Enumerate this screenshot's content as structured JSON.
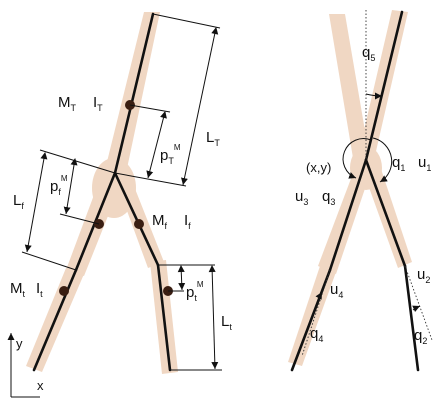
{
  "colors": {
    "limb_fill": "#f0d7c3",
    "bone_line": "#111111",
    "mass_point": "#3a1e12"
  },
  "left_model": {
    "trunk": {
      "mass": "M",
      "mass_sub": "T",
      "inertia": "I",
      "inertia_sub": "T",
      "offset": "p",
      "offset_sub": "T",
      "offset_sup": "M",
      "length": "L",
      "length_sub": "T"
    },
    "front_leg": {
      "mass": "M",
      "mass_sub": "f",
      "inertia": "I",
      "inertia_sub": "f",
      "offset": "p",
      "offset_sub": "f",
      "offset_sup": "M",
      "length": "L",
      "length_sub": "f"
    },
    "back_leg": {
      "mass": "M",
      "mass_sub": "t",
      "inertia": "I",
      "inertia_sub": "t",
      "offset": "p",
      "offset_sub": "t",
      "offset_sup": "M",
      "length": "L",
      "length_sub": "t"
    },
    "axes": {
      "x": "x",
      "y": "y"
    }
  },
  "right_model": {
    "hip": "(x,y)",
    "angles": {
      "q5": {
        "q": "q",
        "sub": "5"
      },
      "q1": {
        "q": "q",
        "sub": "1"
      },
      "q3": {
        "q": "q",
        "sub": "3"
      },
      "q4": {
        "q": "q",
        "sub": "4"
      },
      "q2": {
        "q": "q",
        "sub": "2"
      }
    },
    "inputs": {
      "u1": {
        "u": "u",
        "sub": "1"
      },
      "u3": {
        "u": "u",
        "sub": "3"
      },
      "u4": {
        "u": "u",
        "sub": "4"
      },
      "u2": {
        "u": "u",
        "sub": "2"
      }
    }
  }
}
